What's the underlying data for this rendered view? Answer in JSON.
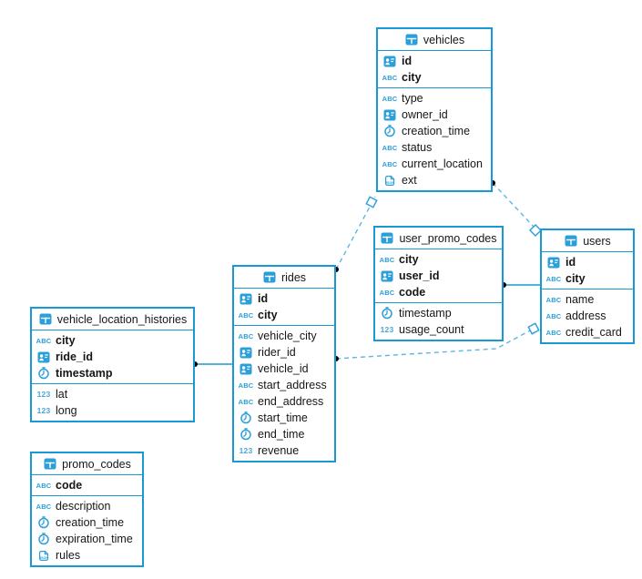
{
  "diagram": {
    "tables": [
      {
        "name": "vehicles",
        "key_fields": [
          {
            "type": "id",
            "name": "id"
          },
          {
            "type": "text",
            "name": "city"
          }
        ],
        "fields": [
          {
            "type": "text",
            "name": "type"
          },
          {
            "type": "id",
            "name": "owner_id"
          },
          {
            "type": "time",
            "name": "creation_time"
          },
          {
            "type": "text",
            "name": "status"
          },
          {
            "type": "text",
            "name": "current_location"
          },
          {
            "type": "json",
            "name": "ext"
          }
        ]
      },
      {
        "name": "user_promo_codes",
        "key_fields": [
          {
            "type": "text",
            "name": "city"
          },
          {
            "type": "id",
            "name": "user_id"
          },
          {
            "type": "text",
            "name": "code"
          }
        ],
        "fields": [
          {
            "type": "time",
            "name": "timestamp"
          },
          {
            "type": "number",
            "name": "usage_count"
          }
        ]
      },
      {
        "name": "users",
        "key_fields": [
          {
            "type": "id",
            "name": "id"
          },
          {
            "type": "text",
            "name": "city"
          }
        ],
        "fields": [
          {
            "type": "text",
            "name": "name"
          },
          {
            "type": "text",
            "name": "address"
          },
          {
            "type": "text",
            "name": "credit_card"
          }
        ]
      },
      {
        "name": "rides",
        "key_fields": [
          {
            "type": "id",
            "name": "id"
          },
          {
            "type": "text",
            "name": "city"
          }
        ],
        "fields": [
          {
            "type": "text",
            "name": "vehicle_city"
          },
          {
            "type": "id",
            "name": "rider_id"
          },
          {
            "type": "id",
            "name": "vehicle_id"
          },
          {
            "type": "text",
            "name": "start_address"
          },
          {
            "type": "text",
            "name": "end_address"
          },
          {
            "type": "time",
            "name": "start_time"
          },
          {
            "type": "time",
            "name": "end_time"
          },
          {
            "type": "number",
            "name": "revenue"
          }
        ]
      },
      {
        "name": "vehicle_location_histories",
        "key_fields": [
          {
            "type": "text",
            "name": "city"
          },
          {
            "type": "id",
            "name": "ride_id"
          },
          {
            "type": "time",
            "name": "timestamp"
          }
        ],
        "fields": [
          {
            "type": "number",
            "name": "lat"
          },
          {
            "type": "number",
            "name": "long"
          }
        ]
      },
      {
        "name": "promo_codes",
        "key_fields": [
          {
            "type": "text",
            "name": "code"
          }
        ],
        "fields": [
          {
            "type": "text",
            "name": "description"
          },
          {
            "type": "time",
            "name": "creation_time"
          },
          {
            "type": "time",
            "name": "expiration_time"
          },
          {
            "type": "json",
            "name": "rules"
          }
        ]
      }
    ],
    "relations": [
      {
        "from_table": "rides",
        "to_table": "vehicles",
        "from_marker": "dot",
        "to_marker": "diamond",
        "style": "dashed"
      },
      {
        "from_table": "vehicles",
        "to_table": "users",
        "from_marker": "dot",
        "to_marker": "diamond",
        "style": "dashed"
      },
      {
        "from_table": "user_promo_codes",
        "to_table": "users",
        "from_marker": "dot",
        "to_marker": "none",
        "style": "solid"
      },
      {
        "from_table": "rides",
        "to_table": "users",
        "from_marker": "dot",
        "to_marker": "diamond",
        "style": "dashed"
      },
      {
        "from_table": "vehicle_location_histories",
        "to_table": "rides",
        "from_marker": "dot",
        "to_marker": "none",
        "style": "solid"
      }
    ],
    "colors": {
      "table_border": "#1899d6",
      "icon_blue": "#2b9fd9",
      "relation_dashed": "#5fb6e4",
      "relation_solid": "#1899d6",
      "marker_dot": "#000000",
      "marker_diamond_fill": "#ffffff",
      "text": "#161616",
      "background": "#ffffff"
    }
  }
}
